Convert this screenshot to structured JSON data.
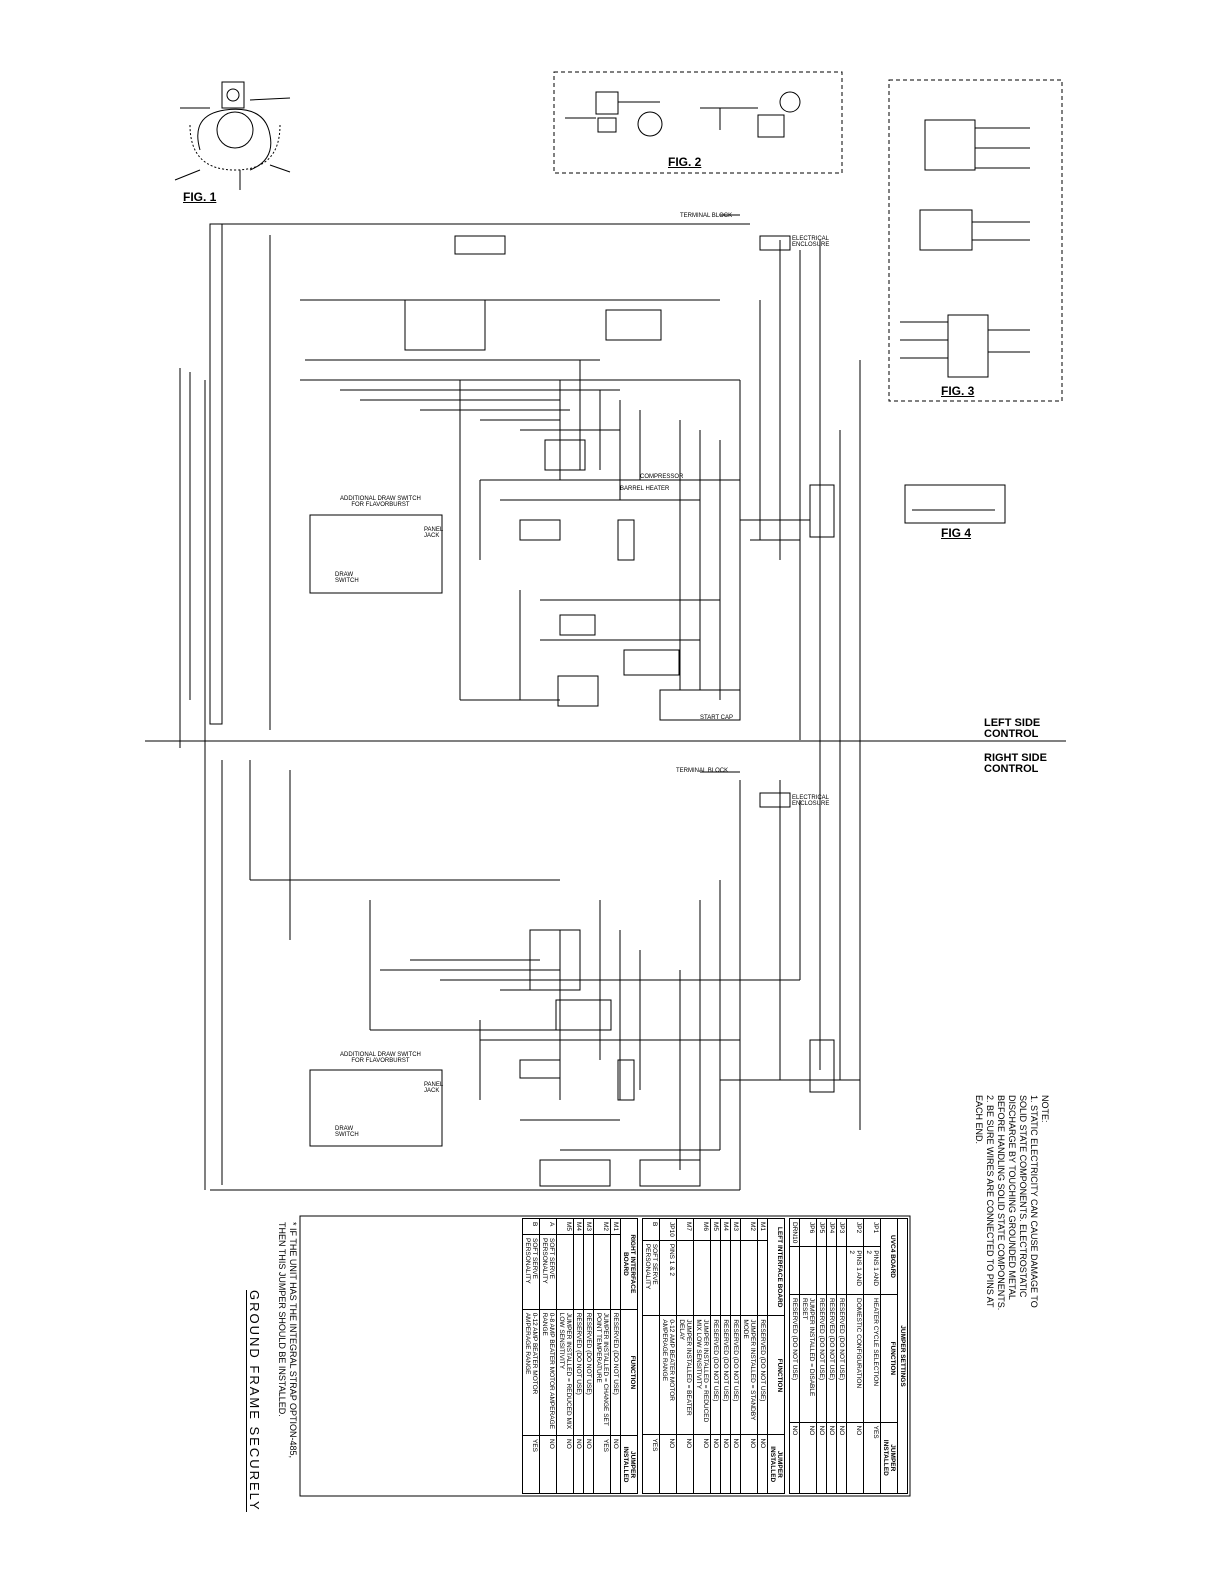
{
  "figures": {
    "fig1": "FIG. 1",
    "fig2": "FIG. 2",
    "fig3": "FIG. 3",
    "fig4": "FIG 4"
  },
  "control_sides": {
    "left": "LEFT SIDE\nCONTROL",
    "right": "RIGHT SIDE\nCONTROL"
  },
  "left_side": {
    "draw_switch_box_title": "ADDITIONAL DRAW SWITCH\nFOR FLAVORBURST",
    "draw_switch_label": "DRAW\nSWITCH",
    "panel_jack": "PANEL\nJACK",
    "terminal_block": "TERMINAL BLOCK",
    "electrical_enclosure": "ELECTRICAL\nENCLOSURE",
    "barrel_heater": "BARREL HEATER",
    "compressor": "COMPRESSOR",
    "start_cap": "START CAP"
  },
  "right_side": {
    "draw_switch_box_title": "ADDITIONAL DRAW SWITCH\nFOR FLAVORBURST",
    "draw_switch_label": "DRAW\nSWITCH",
    "panel_jack": "PANEL\nJACK",
    "terminal_block": "TERMINAL BLOCK",
    "electrical_enclosure": "ELECTRICAL\nENCLOSURE"
  },
  "notes": {
    "title": "NOTE:",
    "items": [
      "1. STATIC ELECTRICITY CAN CAUSE DAMAGE TO SOLID STATE COMPONENTS. ELECTROSTATIC DISCHARGE BY TOUCHING GROUNDED METAL BEFORE HANDLING SOLID STATE COMPONENTS.",
      "2. BE SURE WIRES ARE CONNECTED TO PINS AT EACH END."
    ]
  },
  "ground_text": "GROUND FRAME SECURELY",
  "strap_note": "* IF THE UNIT HAS THE INTEGRAL STRAP OPTION-485, THEN THIS JUMPER SHOULD BE INSTALLED.",
  "jumper_tables": [
    {
      "header": [
        "UVC4 BOARD",
        "FUNCTION",
        "JUMPER INSTALLED"
      ],
      "title": "JUMPER SETTINGS",
      "rows": [
        [
          "JP1",
          "PINS 1 AND 2",
          "HEATER CYCLE SELECTION",
          "YES"
        ],
        [
          "JP2",
          "PINS 1 AND 2",
          "DOMESTIC CONFIGURATION",
          "NO"
        ],
        [
          "JP3",
          "",
          "RESERVED (DO NOT USE)",
          "NO"
        ],
        [
          "JP4",
          "",
          "RESERVED (DO NOT USE)",
          "NO"
        ],
        [
          "JP5",
          "",
          "RESERVED (DO NOT USE)",
          "NO"
        ],
        [
          "JP6",
          "",
          "JUMPER INSTALLED = DISABLE RESET",
          "NO"
        ],
        [
          "DRN10",
          "",
          "RESERVED (DO NOT USE)",
          "NO"
        ]
      ]
    },
    {
      "header": [
        "LEFT INTERFACE BOARD",
        "FUNCTION",
        "JUMPER INSTALLED"
      ],
      "rows": [
        [
          "M1",
          "",
          "RESERVED (DO NOT USE)",
          "NO"
        ],
        [
          "M2",
          "",
          "JUMPER INSTALLED = STANDBY MODE",
          "NO"
        ],
        [
          "M3",
          "",
          "RESERVED (DO NOT USE)",
          "NO"
        ],
        [
          "M4",
          "",
          "RESERVED (DO NOT USE)",
          "NO"
        ],
        [
          "M5",
          "",
          "RESERVED (DO NOT USE)",
          "NO"
        ],
        [
          "M6",
          "",
          "JUMPER INSTALLED = REDUCED MIX LOW SENSITIVITY",
          "NO"
        ],
        [
          "M7",
          "",
          "JUMPER INSTALLED = BEATER DELAY",
          "NO"
        ],
        [
          "JP10",
          "PINS 1 & 2",
          "0-12 AMP BEATER MOTOR AMPERAGE RANGE",
          "NO"
        ],
        [
          "B",
          "SOFT SERVE PERSONALITY",
          "",
          "YES"
        ]
      ]
    },
    {
      "header": [
        "RIGHT INTERFACE BOARD",
        "FUNCTION",
        "JUMPER INSTALLED"
      ],
      "rows": [
        [
          "M1",
          "",
          "RESERVED (DO NOT USE)",
          "NO"
        ],
        [
          "M2",
          "",
          "JUMPER INSTALLED = CHANGE SET POINT TEMPERATURE",
          "YES"
        ],
        [
          "M3",
          "",
          "RESERVED (DO NOT USE)",
          "NO"
        ],
        [
          "M4",
          "",
          "RESERVED (DO NOT USE)",
          "NO"
        ],
        [
          "M5",
          "",
          "JUMPER INSTALLED = REDUCED MIX LOW SENSITIVITY",
          "NO"
        ],
        [
          "A",
          "SOFT SERVE PERSONALITY",
          "0-8 AMP BEATER MOTOR AMPERAGE RANGE",
          "NO"
        ],
        [
          "B",
          "SOFT SERVE PERSONALITY",
          "0-12 AMP BEATER MOTOR AMPERAGE RANGE",
          "YES"
        ]
      ]
    }
  ]
}
